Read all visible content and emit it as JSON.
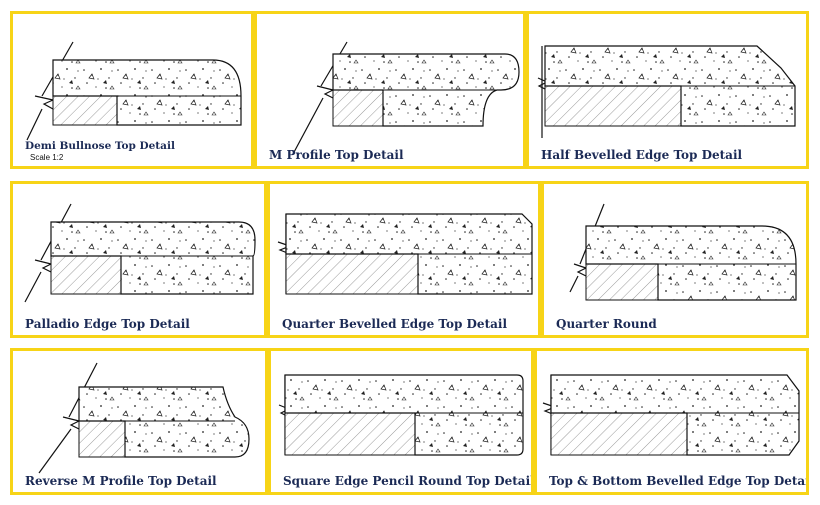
{
  "panels": [
    {
      "caption": "Demi Bullnose Top Detail",
      "note": "Scale 1:2",
      "edge": "demi-bullnose"
    },
    {
      "caption": "M Profile Top Detail",
      "edge": "m-profile"
    },
    {
      "caption": "Half Bevelled Edge Top Detail",
      "edge": "half-bevelled"
    },
    {
      "caption": "Palladio Edge Top Detail",
      "edge": "palladio"
    },
    {
      "caption": "Quarter Bevelled Edge Top Detail",
      "edge": "quarter-bevelled"
    },
    {
      "caption": "Quarter Round",
      "edge": "quarter-round"
    },
    {
      "caption": "Reverse M Profile Top Detail",
      "edge": "reverse-m-profile"
    },
    {
      "caption": "Square Edge Pencil Round Top Detail",
      "edge": "square-pencil-round"
    },
    {
      "caption": "Top & Bottom Bevelled Edge Top Detail",
      "edge": "top-bottom-bevelled"
    }
  ],
  "colors": {
    "frame": "#f7d417",
    "caption": "#1b2a55",
    "line": "#111111"
  }
}
